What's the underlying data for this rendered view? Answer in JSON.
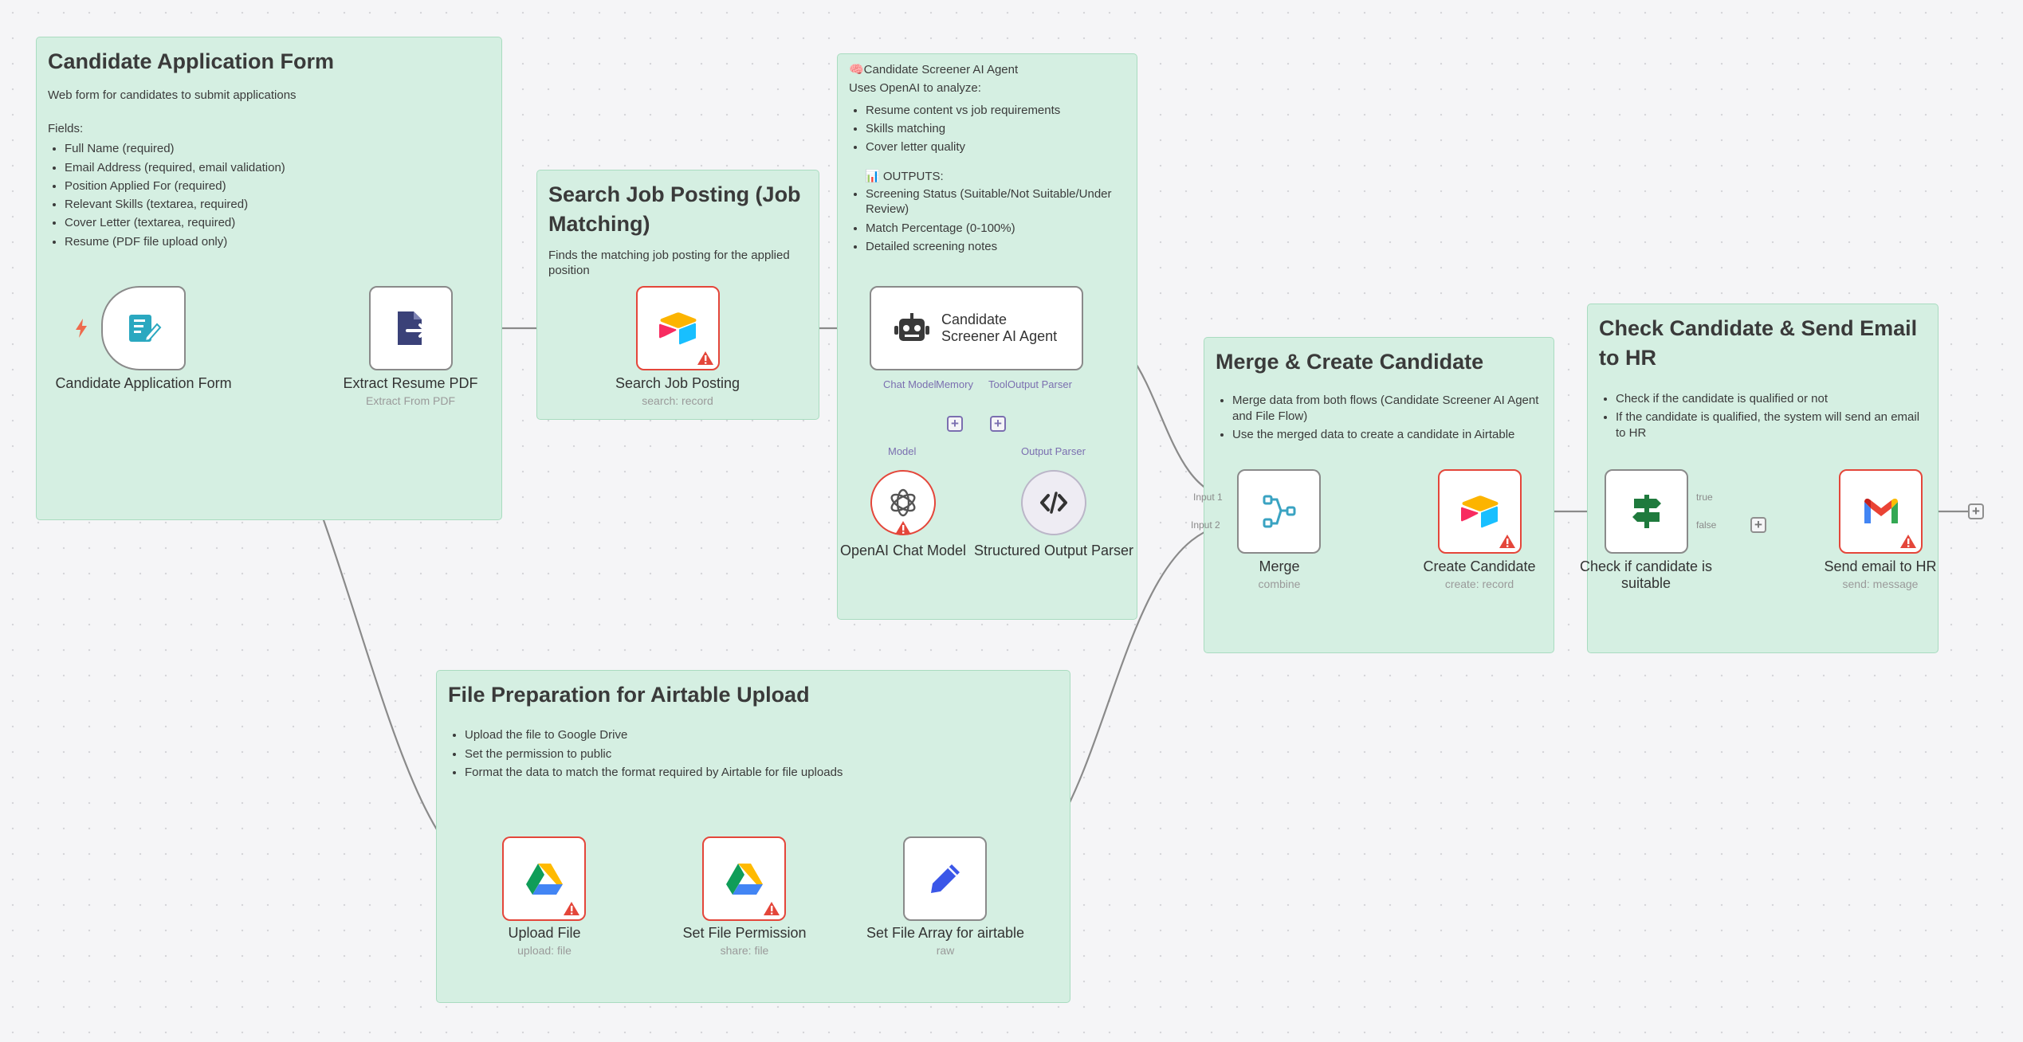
{
  "notes": {
    "form": {
      "title": "Candidate Application Form",
      "description": "Web form for candidates to submit applications",
      "fields_label": "Fields:",
      "fields": [
        "Full Name (required)",
        "Email Address (required, email validation)",
        "Position Applied For (required)",
        "Relevant Skills (textarea, required)",
        "Cover Letter (textarea, required)",
        "Resume (PDF file upload only)"
      ]
    },
    "job": {
      "title": "Search Job Posting (Job Matching)",
      "description": "Finds the matching job posting for the applied position"
    },
    "agent": {
      "title": "🧠Candidate Screener AI Agent",
      "intro": "Uses OpenAI to analyze:",
      "analyze": [
        "Resume content vs job requirements",
        "Skills matching",
        "Cover letter quality"
      ],
      "outputs_label": "📊 OUTPUTS:",
      "outputs": [
        "Screening Status (Suitable/Not Suitable/Under Review)",
        "Match Percentage (0-100%)",
        "Detailed screening notes"
      ]
    },
    "merge": {
      "title": "Merge & Create Candidate",
      "items": [
        "Merge data from both flows (Candidate Screener AI Agent and File Flow)",
        "Use the merged data to create a candidate in Airtable"
      ]
    },
    "check": {
      "title": "Check Candidate & Send Email to HR",
      "items": [
        "Check if the candidate is qualified or not",
        "If the candidate is qualified, the system will send an email to HR"
      ]
    },
    "file": {
      "title": "File Preparation for Airtable Upload",
      "items": [
        "Upload the file to Google Drive",
        "Set the permission to public",
        "Format the data to match the format required by Airtable for file uploads"
      ]
    }
  },
  "nodes": {
    "form_trigger": {
      "label": "Candidate Application Form",
      "icon": "form-icon"
    },
    "extract_pdf": {
      "label": "Extract Resume PDF",
      "sub": "Extract From PDF",
      "icon": "file-export-icon"
    },
    "search_job": {
      "label": "Search Job Posting",
      "sub": "search: record",
      "icon": "airtable-icon"
    },
    "agent": {
      "label": "Candidate Screener AI Agent",
      "icon": "robot-icon",
      "ports": {
        "chat_model": "Chat Model",
        "memory": "Memory",
        "tool": "Tool",
        "output_parser": "Output Parser"
      }
    },
    "openai": {
      "label": "OpenAI Chat Model",
      "port": "Model",
      "icon": "openai-icon"
    },
    "parser": {
      "label": "Structured Output Parser",
      "port": "Output Parser",
      "icon": "code-icon"
    },
    "merge": {
      "label": "Merge",
      "sub": "combine",
      "input1": "Input 1",
      "input2": "Input 2",
      "icon": "merge-icon"
    },
    "create": {
      "label": "Create Candidate",
      "sub": "create: record",
      "icon": "airtable-icon"
    },
    "check": {
      "label": "Check if candidate is suitable",
      "true_label": "true",
      "false_label": "false",
      "icon": "signpost-icon"
    },
    "email": {
      "label": "Send email to HR",
      "sub": "send: message",
      "icon": "gmail-icon"
    },
    "upload": {
      "label": "Upload File",
      "sub": "upload: file",
      "icon": "google-drive-icon"
    },
    "permission": {
      "label": "Set File Permission",
      "sub": "share: file",
      "icon": "google-drive-icon"
    },
    "array": {
      "label": "Set File Array for airtable",
      "sub": "raw",
      "icon": "pencil-icon"
    }
  },
  "colors": {
    "note_bg": "#d5efe2",
    "warning": "#e4463a",
    "ai_port": "#7b6fb0",
    "wire": "#888888"
  }
}
